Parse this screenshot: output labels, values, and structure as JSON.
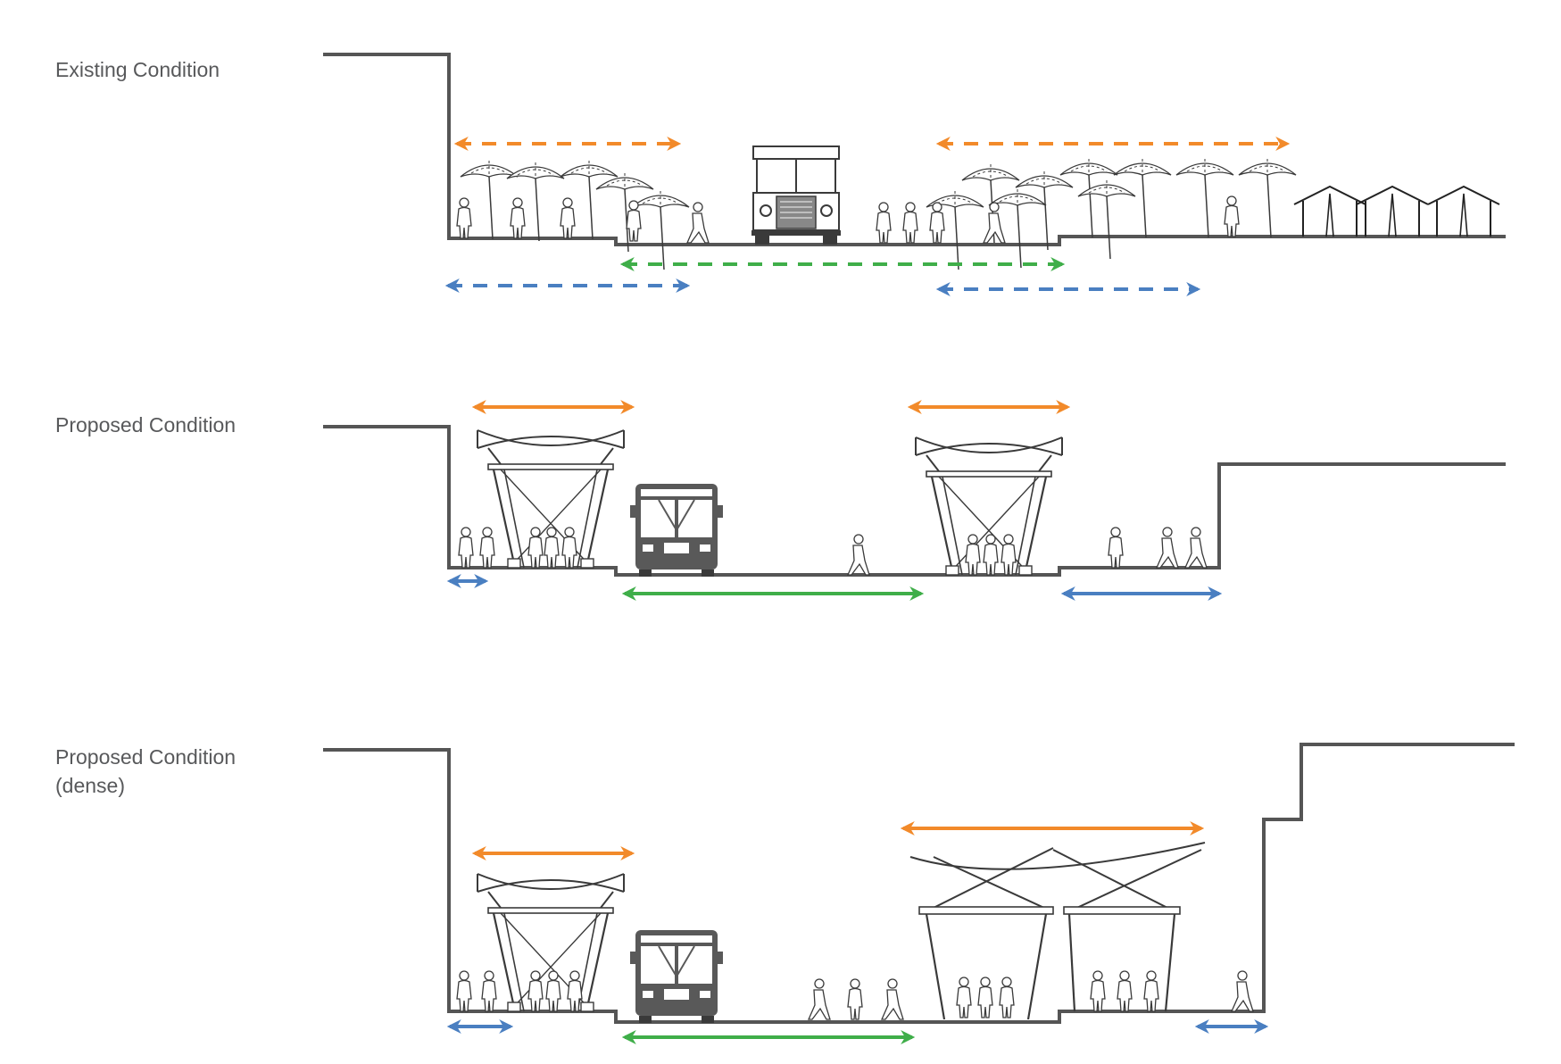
{
  "sections": [
    {
      "label": "Existing Condition",
      "sublabel": ""
    },
    {
      "label": "Proposed Condition",
      "sublabel": ""
    },
    {
      "label": "Proposed Condition",
      "sublabel": "(dense)"
    }
  ],
  "colors": {
    "ground": "#555555",
    "vendor_arrow": "#f28a2a",
    "vehicle_arrow": "#3fae49",
    "pedestrian_arrow": "#4a7fc1",
    "figure_outline": "#3a3a3a"
  },
  "icons": [
    "umbrella-icon",
    "person-icon",
    "truck-icon",
    "bus-icon",
    "canopy-icon",
    "shack-icon",
    "arrow-icon"
  ]
}
